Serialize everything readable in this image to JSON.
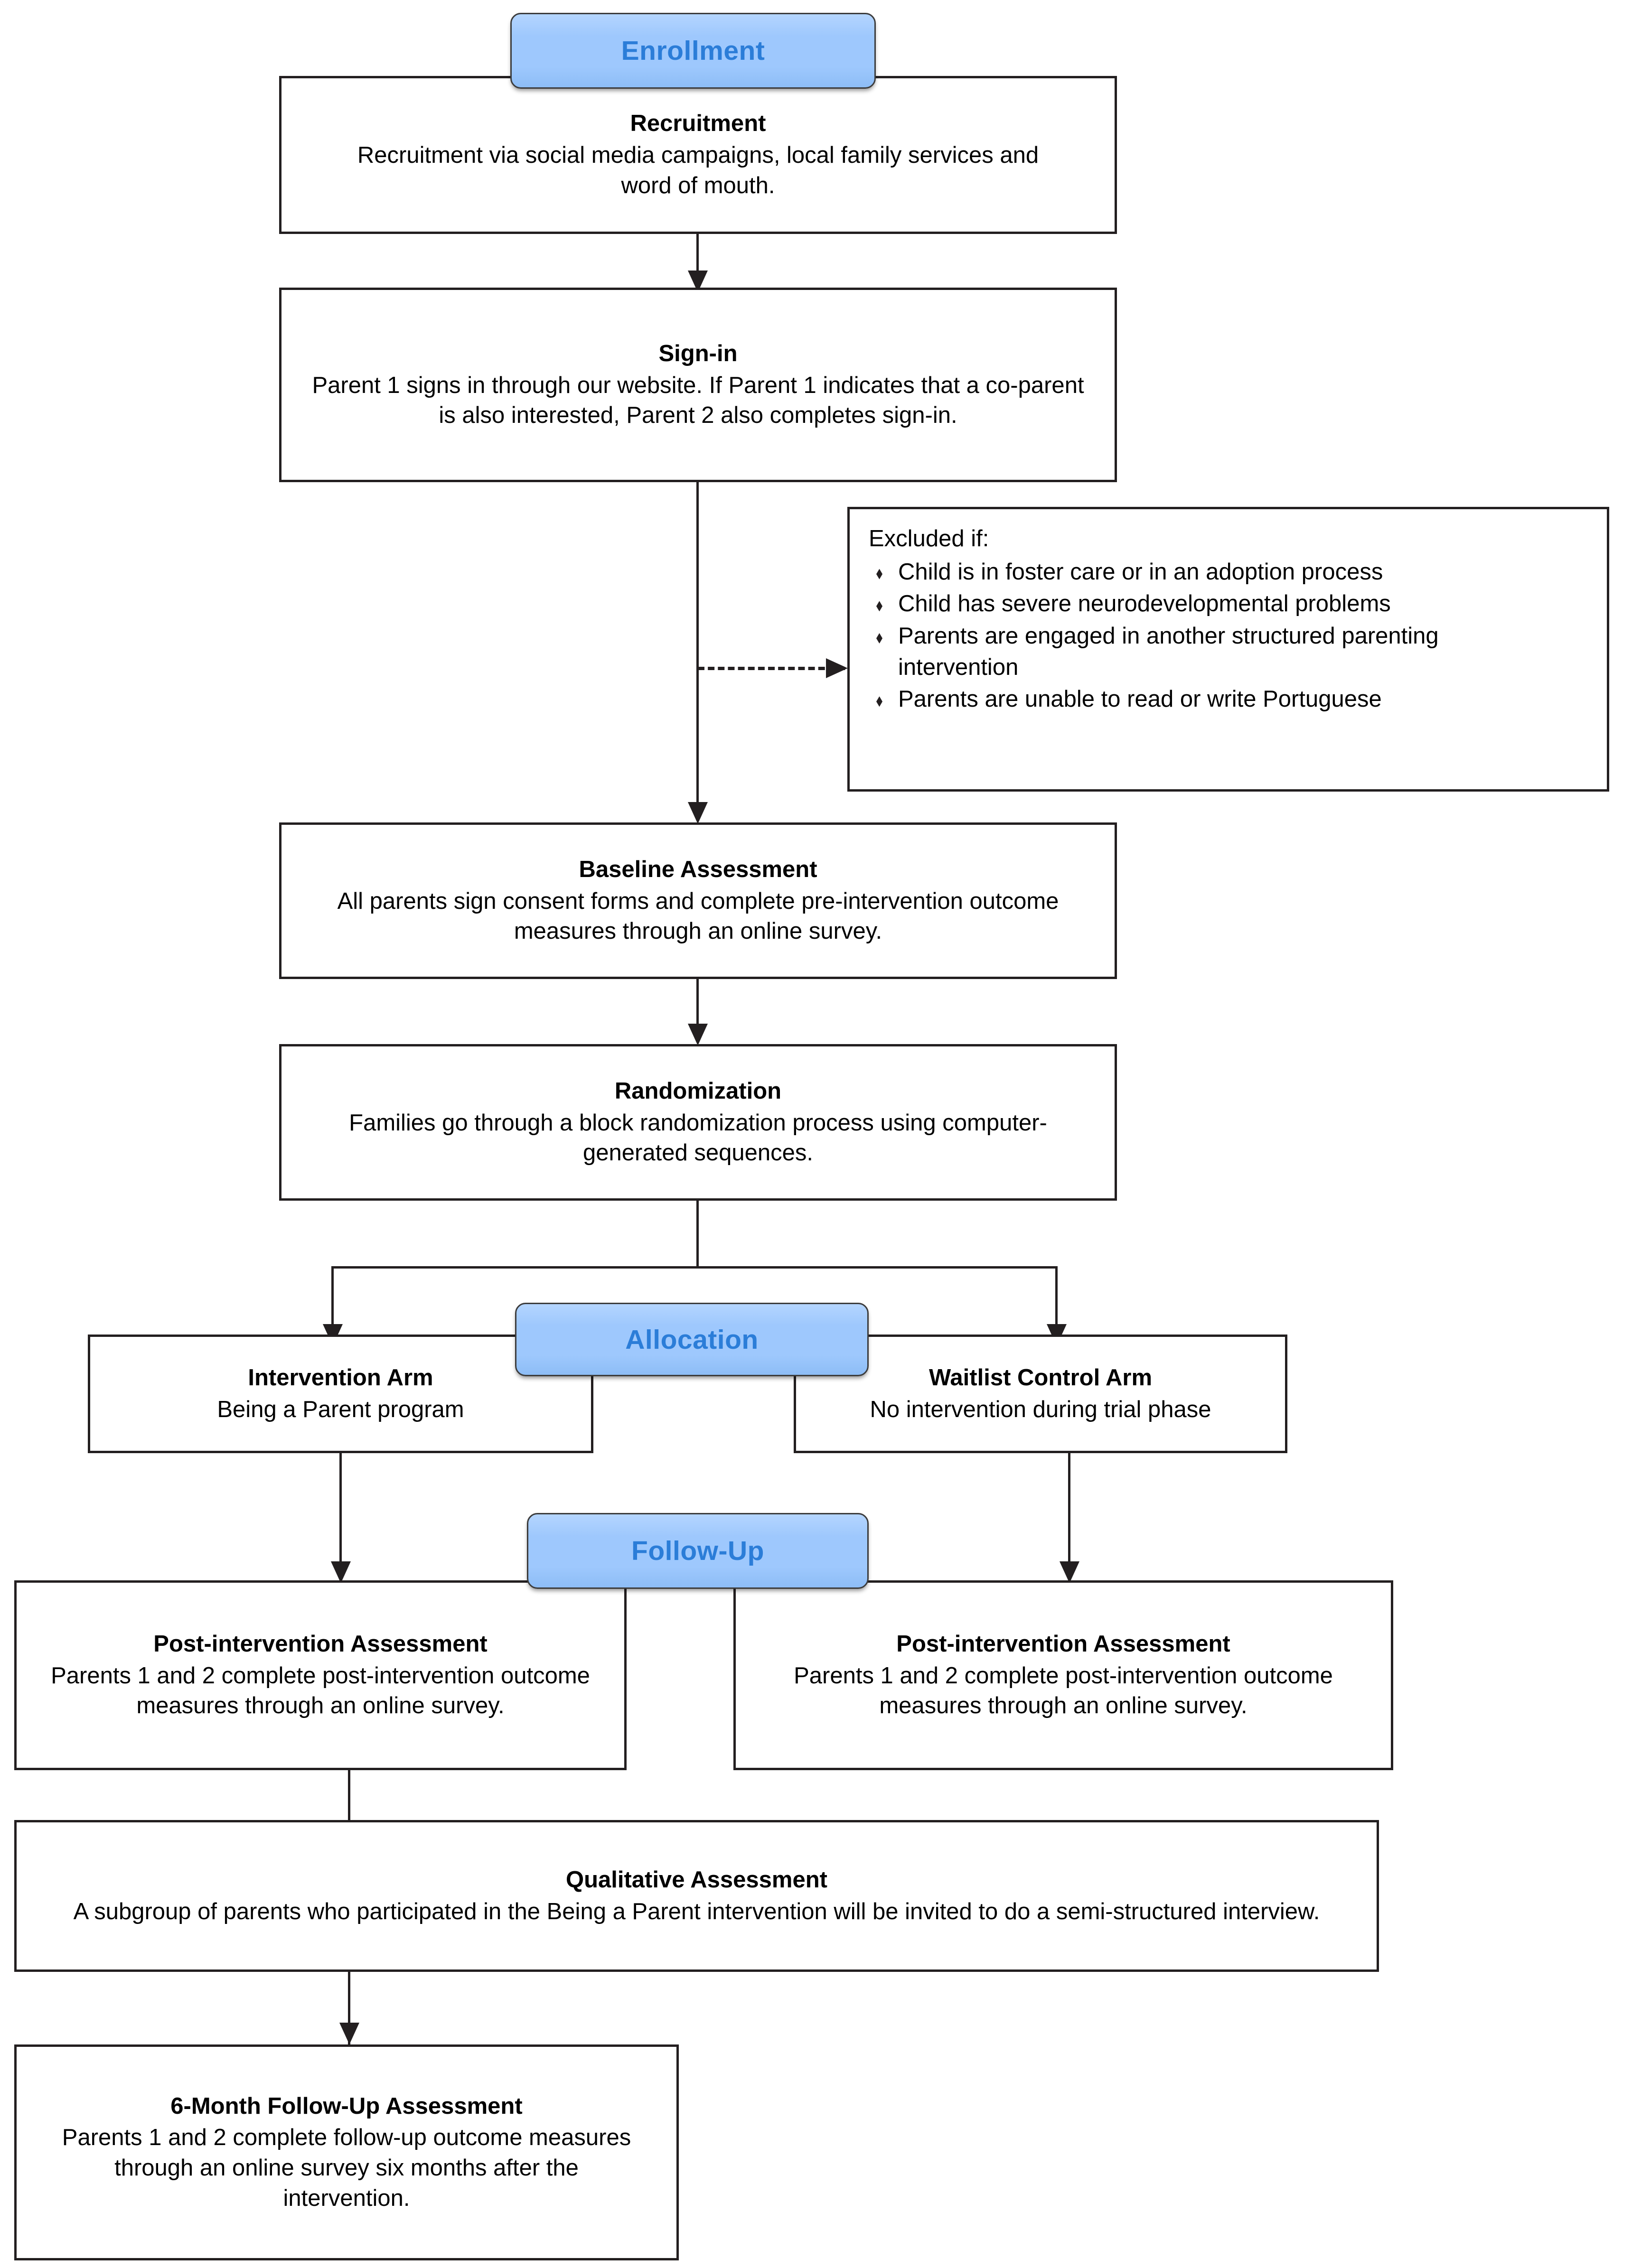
{
  "diagram": {
    "type": "flowchart",
    "title": "Clinical trial participant flow diagram",
    "accent_blue_fill": "#9EC8FD",
    "accent_blue_text": "#2B7DD8",
    "line_color": "#231F20"
  },
  "phases": {
    "enrollment": "Enrollment",
    "allocation": "Allocation",
    "followup": "Follow-Up"
  },
  "nodes": {
    "recruitment": {
      "title": "Recruitment",
      "body": "Recruitment via social media campaigns, local family services and word of mouth."
    },
    "signin": {
      "title": "Sign-in",
      "body": "Parent 1 signs in through our website. If Parent 1 indicates that a co-parent is also interested, Parent 2 also completes sign-in."
    },
    "excluded": {
      "lead": "Excluded if:",
      "items": [
        "Child is in foster care or in an adoption process",
        "Child has severe neurodevelopmental problems",
        "Parents are engaged in another structured parenting intervention",
        "Parents are unable to read or write Portuguese"
      ]
    },
    "baseline": {
      "title": "Baseline Assessment",
      "body": "All parents sign consent forms and complete pre-intervention outcome measures through an online survey."
    },
    "randomization": {
      "title": "Randomization",
      "body": "Families go through a block randomization process using computer-generated sequences."
    },
    "intervention_arm": {
      "title": "Intervention Arm",
      "body": "Being a Parent program"
    },
    "waitlist_arm": {
      "title": "Waitlist Control Arm",
      "body": "No intervention during trial phase"
    },
    "post_left": {
      "title": "Post-intervention Assessment",
      "body": "Parents 1 and 2 complete post-intervention outcome measures through an online survey."
    },
    "post_right": {
      "title": "Post-intervention Assessment",
      "body": "Parents 1 and 2 complete post-intervention outcome measures through an online survey."
    },
    "qualitative": {
      "title": "Qualitative Assessment",
      "body": "A subgroup of parents who participated in the Being a Parent intervention will be invited to do a semi-structured interview."
    },
    "sixmonth": {
      "title": "6-Month Follow-Up Assessment",
      "body": "Parents 1 and 2 complete follow-up outcome measures through an online survey six months after the intervention."
    }
  }
}
